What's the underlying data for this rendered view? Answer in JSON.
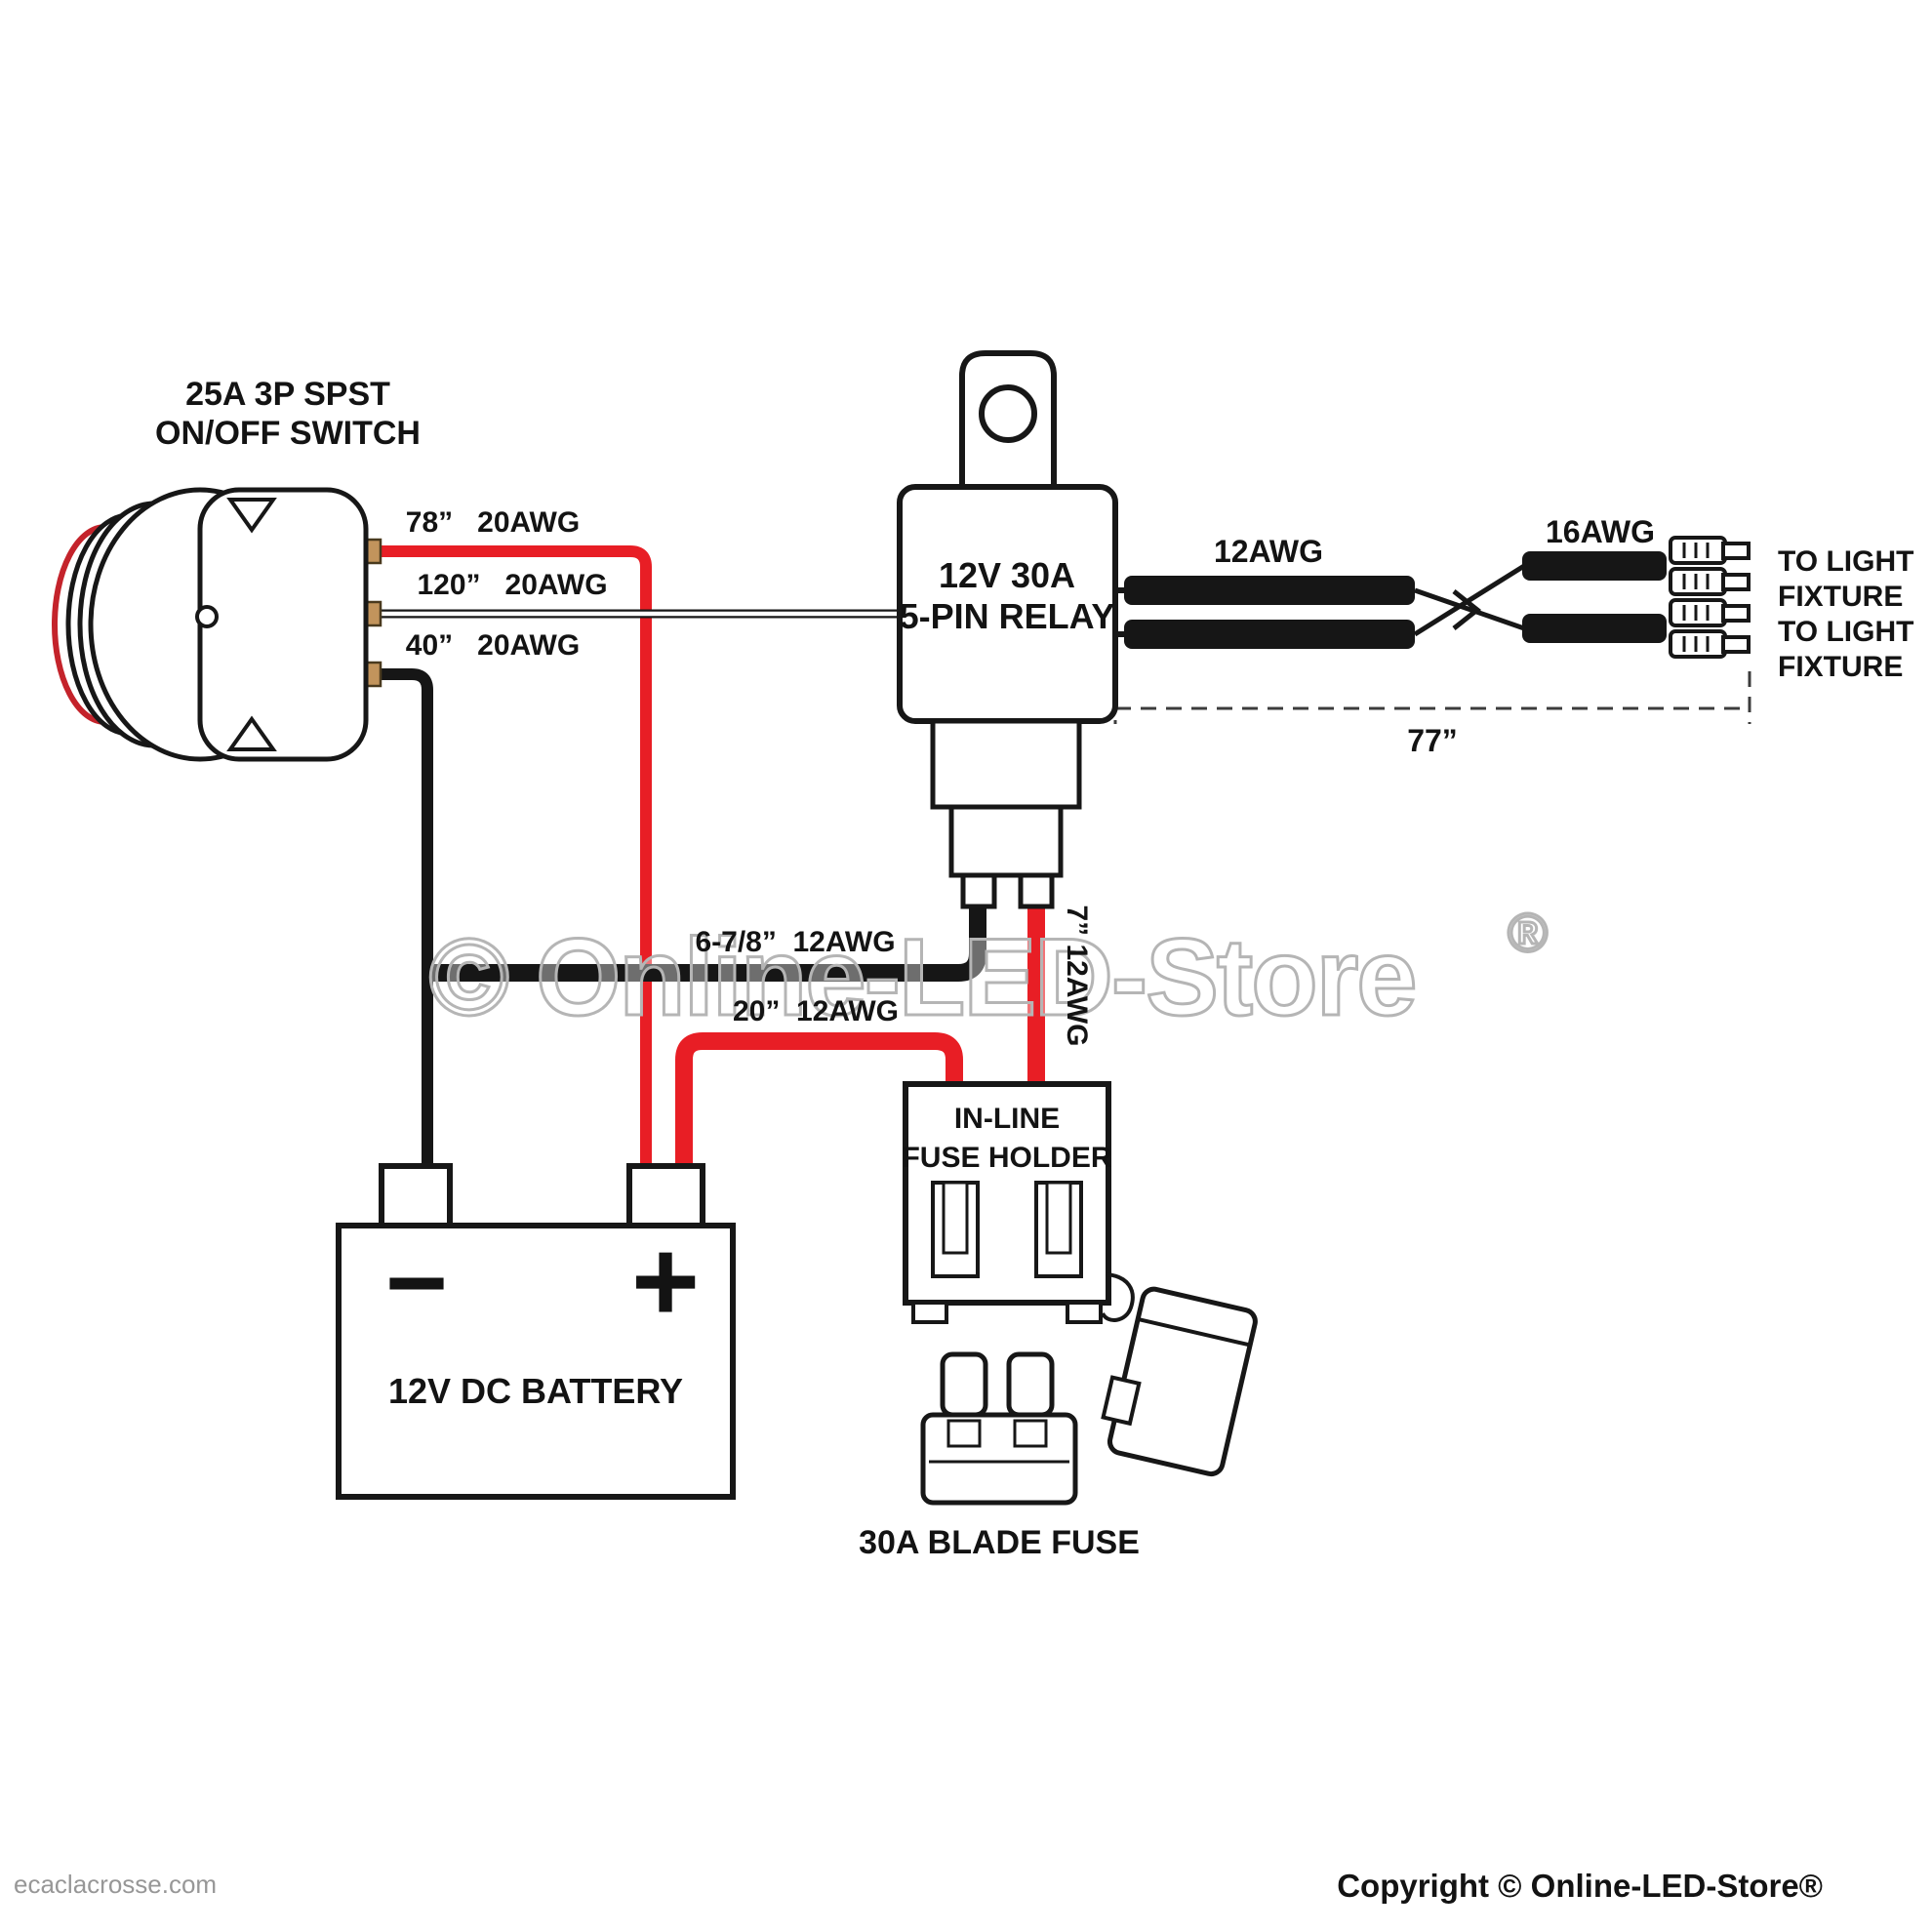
{
  "colors": {
    "wire_red": "#e81e25",
    "wire_black": "#161616",
    "switch_red": "#c4232b",
    "pin_brass": "#c2945c",
    "watermark_gray": "#b5b5b5"
  },
  "switch": {
    "title1": "25A 3P SPST",
    "title2": "ON/OFF SWITCH"
  },
  "wire_labels": {
    "w78": "78”   20AWG",
    "w120": "120”   20AWG",
    "w40": "40”   20AWG",
    "w12": "12AWG",
    "w16": "16AWG",
    "w678": "6-7/8”  12AWG",
    "w20": "20”  12AWG",
    "w7": "7” 12AWG",
    "dim77": "77”"
  },
  "relay": {
    "line1": "12V 30A",
    "line2": "5-PIN RELAY"
  },
  "fixtures": [
    {
      "line1": "TO LIGHT",
      "line2": "FIXTURE"
    },
    {
      "line1": "TO LIGHT",
      "line2": "FIXTURE"
    }
  ],
  "fuse_holder": {
    "line1": "IN-LINE",
    "line2": "FUSE HOLDER"
  },
  "blade_fuse": {
    "label": "30A BLADE FUSE"
  },
  "battery": {
    "label": "12V DC BATTERY",
    "plus": "+",
    "minus": "−"
  },
  "watermark": {
    "text": "© Online-LED-Store",
    "reg": "®"
  },
  "footer": {
    "left": "ecaclacrosse.com",
    "right": "Copyright © Online-LED-Store®"
  }
}
